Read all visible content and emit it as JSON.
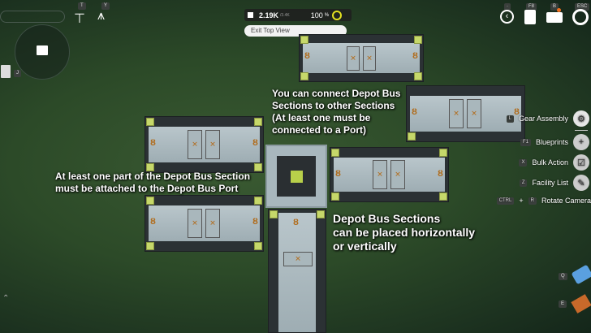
{
  "hud": {
    "top_left": {
      "key_t": "T",
      "key_y": "Y",
      "key_j": "J",
      "map_icon": "map-search-icon",
      "network_icon": "hierarchy-icon",
      "tower_icon": "tower-icon"
    },
    "power": {
      "current": "2.19K",
      "max": "/3.4K",
      "percent": "100",
      "percent_unit": "%"
    },
    "exit_button": "Exit Top View",
    "top_right": {
      "key_back": "·",
      "key_f8": "F8",
      "key_b": "B",
      "key_esc": "ESC"
    },
    "menu": [
      {
        "key": "L",
        "label": "Gear Assembly",
        "icon": "gear-assembly-icon"
      },
      {
        "key": "F1",
        "label": "Blueprints",
        "icon": "blueprint-add-icon"
      },
      {
        "key": "X",
        "label": "Bulk Action",
        "icon": "bulk-action-icon"
      },
      {
        "key": "Z",
        "label": "Facility List",
        "icon": "tools-icon"
      }
    ],
    "rotate": {
      "key1": "CTRL",
      "plus": "+",
      "key2": "R",
      "label": "Rotate Camera"
    },
    "quick": [
      {
        "key": "Q",
        "icon": "depot-bus-item-icon"
      },
      {
        "key": "E",
        "icon": "platform-item-icon"
      }
    ]
  },
  "captions": {
    "connect": [
      "You can connect Depot Bus",
      "Sections to other Sections",
      "(At least one must be",
      "connected to a Port)"
    ],
    "attach": [
      "At least one part of the Depot Bus Section",
      "must be attached to the Depot Bus Port"
    ],
    "orient": [
      "Depot Bus Sections",
      "can be placed horizontally",
      "or vertically"
    ]
  }
}
